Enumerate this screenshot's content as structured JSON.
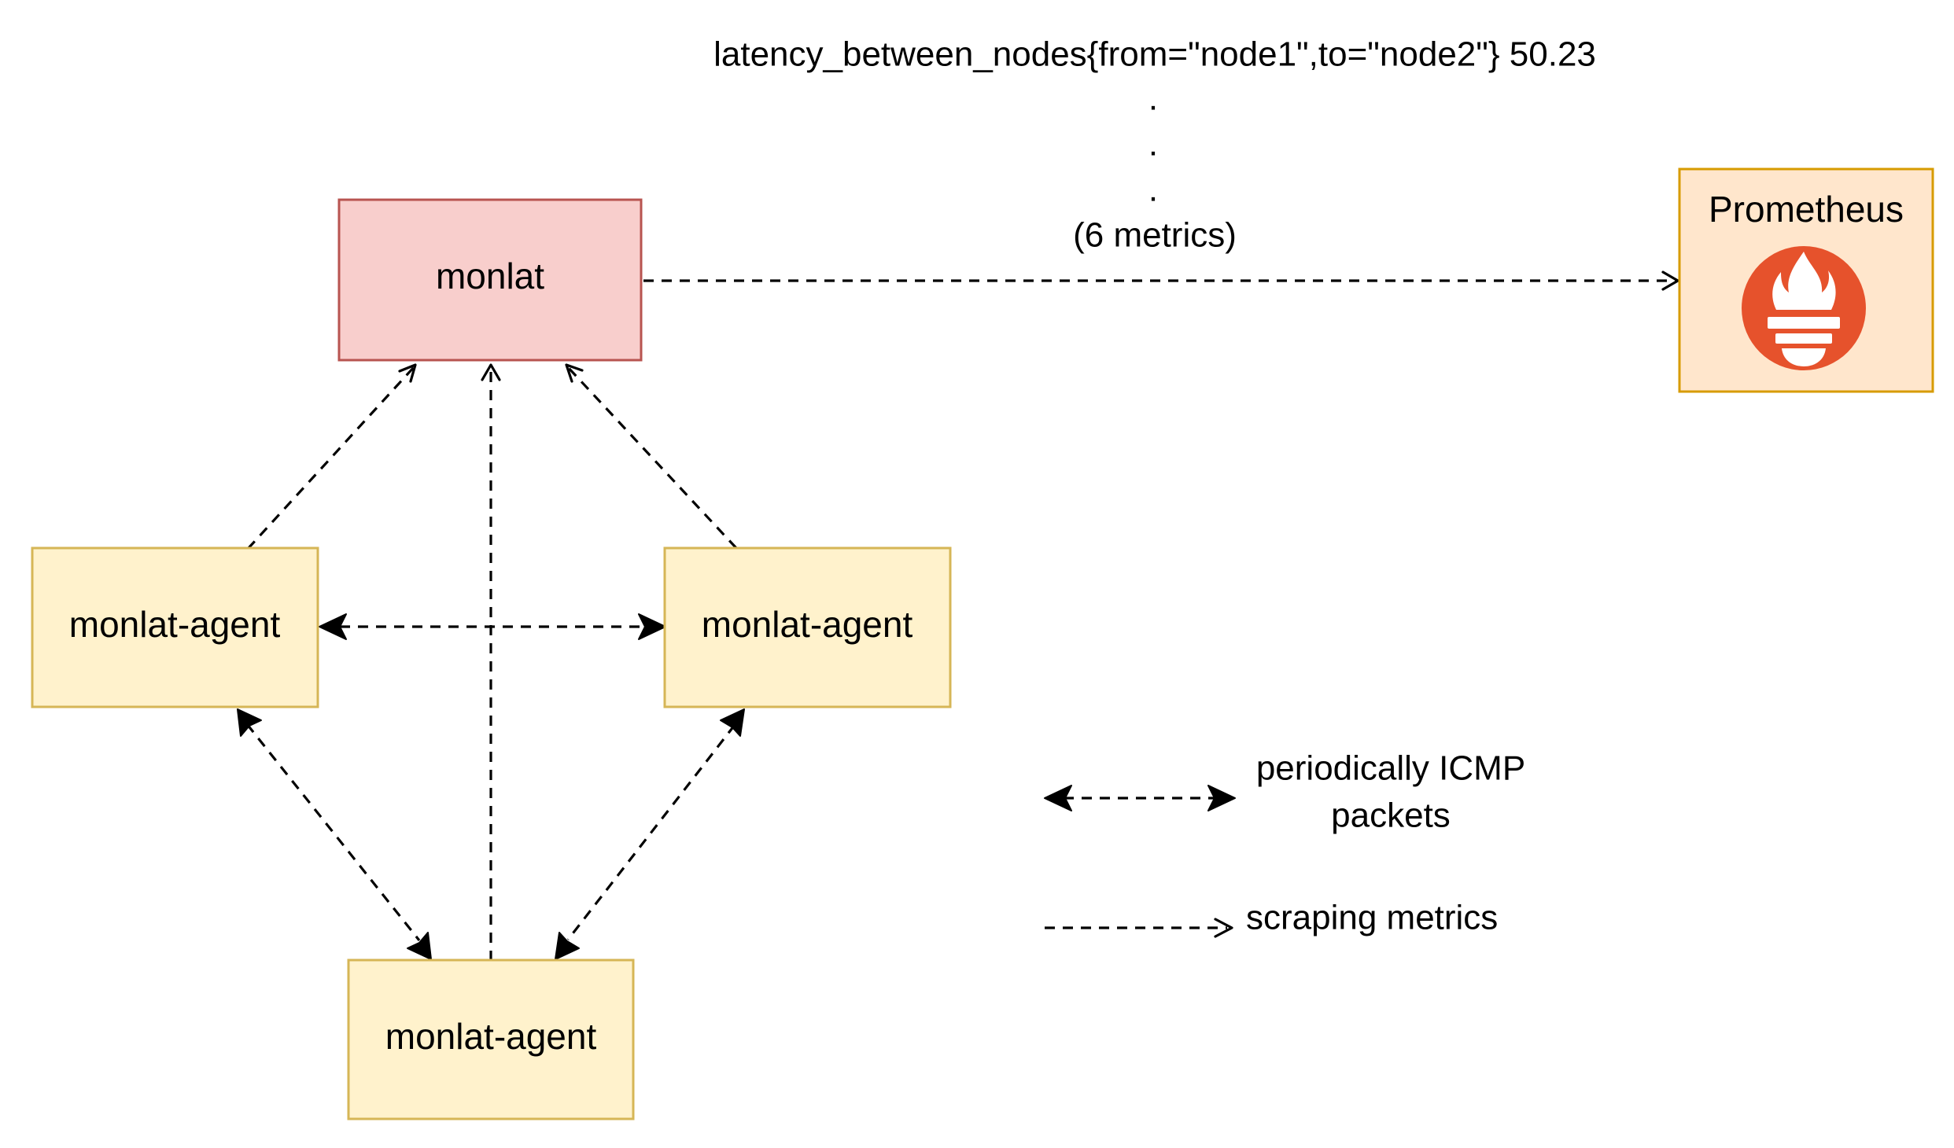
{
  "nodes": {
    "monlat": {
      "label": "monlat",
      "fill": "#f8cecc",
      "stroke": "#b85450"
    },
    "agent_left": {
      "label": "monlat-agent",
      "fill": "#fff2cc",
      "stroke": "#d6b656"
    },
    "agent_right": {
      "label": "monlat-agent",
      "fill": "#fff2cc",
      "stroke": "#d6b656"
    },
    "agent_bottom": {
      "label": "monlat-agent",
      "fill": "#fff2cc",
      "stroke": "#d6b656"
    },
    "prometheus": {
      "label": "Prometheus",
      "fill": "#ffe6cc",
      "stroke": "#d79b00",
      "icon": "prometheus-logo-icon",
      "icon_color": "#e6522c"
    }
  },
  "annotation": {
    "metric_line": "latency_between_nodes{from=\"node1\",to=\"node2\"} 50.23",
    "dot": ".",
    "count": "(6 metrics)"
  },
  "legend": {
    "icmp_line1": "periodically ICMP",
    "icmp_line2": "packets",
    "scraping": "scraping metrics"
  },
  "edges": [
    {
      "from": "agent_left",
      "to": "monlat",
      "style": "dashed",
      "head": "open"
    },
    {
      "from": "agent_bottom",
      "to": "monlat",
      "style": "dashed",
      "head": "open"
    },
    {
      "from": "agent_right",
      "to": "monlat",
      "style": "dashed",
      "head": "open"
    },
    {
      "from": "monlat",
      "to": "prometheus",
      "style": "dashed",
      "head": "open"
    },
    {
      "from": "agent_left",
      "to": "agent_right",
      "style": "dashed",
      "head": "solid-both"
    },
    {
      "from": "agent_left",
      "to": "agent_bottom",
      "style": "dashed",
      "head": "solid-both"
    },
    {
      "from": "agent_right",
      "to": "agent_bottom",
      "style": "dashed",
      "head": "solid-both"
    }
  ]
}
